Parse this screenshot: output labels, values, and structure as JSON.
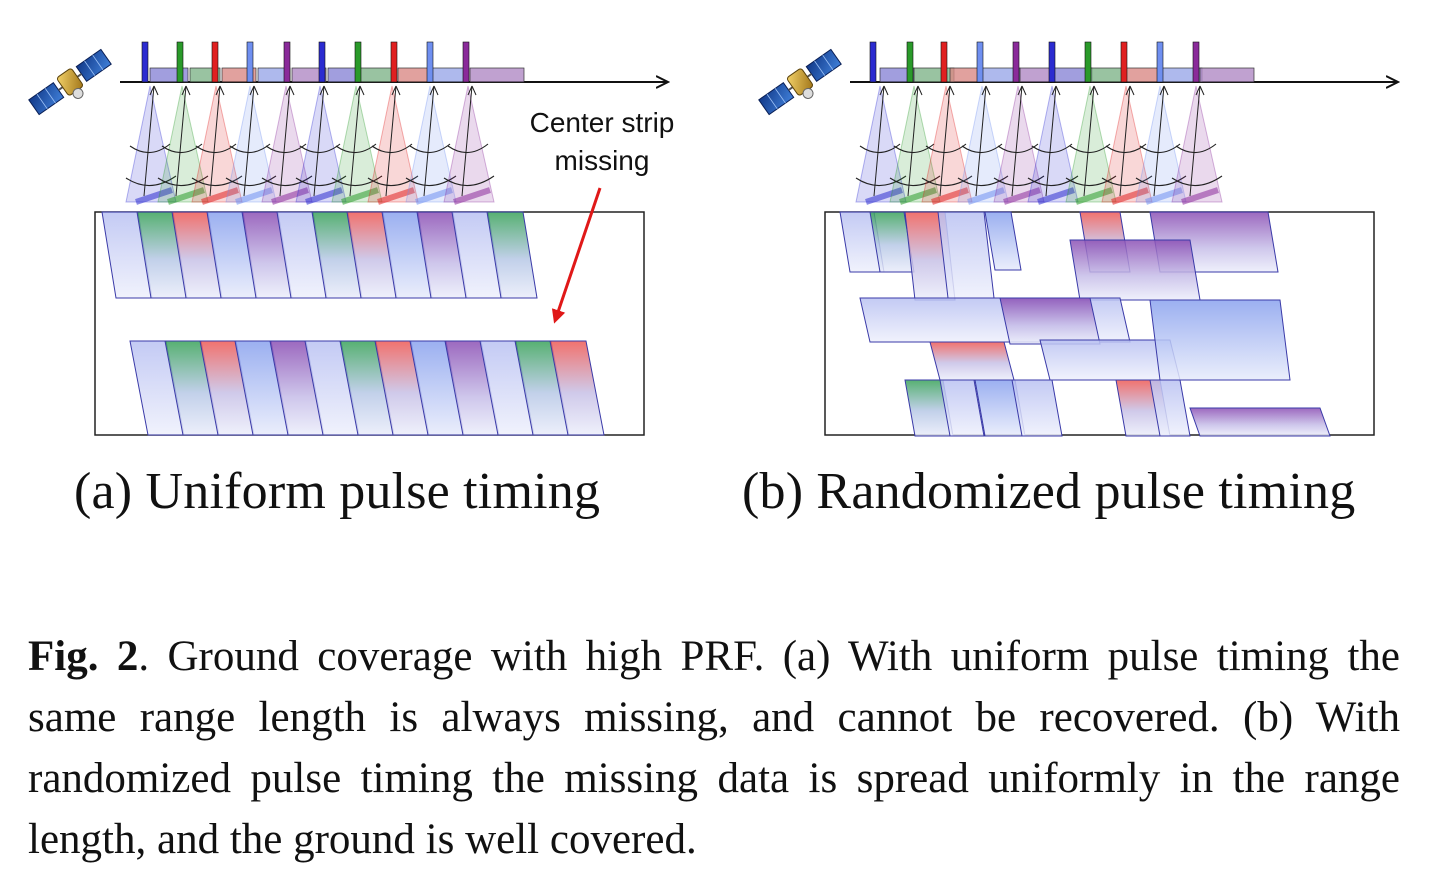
{
  "panel_a": {
    "label": "(a) Uniform pulse timing",
    "annotation_line1": "Center strip",
    "annotation_line2": "missing"
  },
  "panel_b": {
    "label": "(b) Randomized pulse timing"
  },
  "caption": {
    "fig_label": "Fig. 2",
    "text": ". Ground coverage with high PRF. (a) With uniform pulse timing the same range length is always missing, and cannot be recovered. (b) With randomized pulse timing the missing data is spread uniformly in the range length, and the ground is well covered."
  },
  "colors": {
    "blue": "#2b2bd0",
    "green": "#2a9a2a",
    "red": "#e02020",
    "lightblue": "#6f8ff0",
    "purple": "#8a2a9a",
    "arrow": "#e01818"
  },
  "icons": [
    "satellite-icon",
    "time-axis-arrow-icon",
    "pointer-arrow-icon"
  ]
}
